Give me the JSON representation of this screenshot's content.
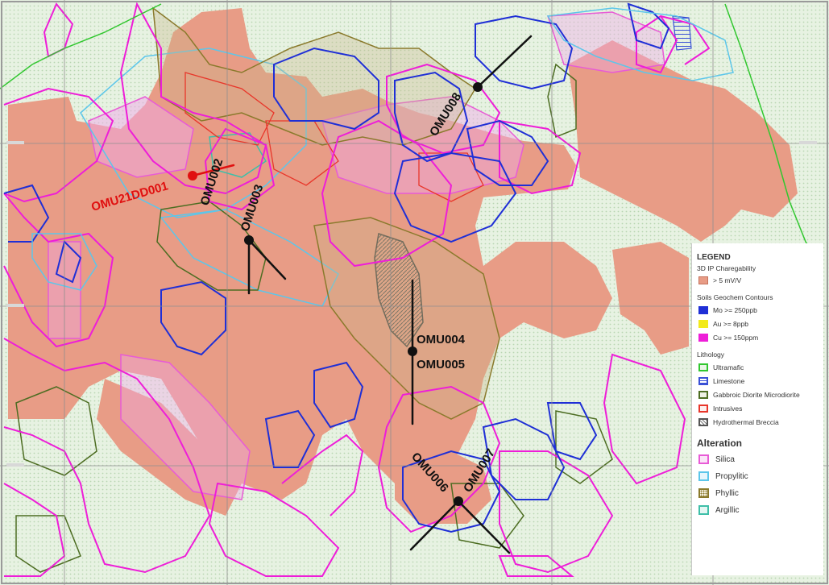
{
  "colors": {
    "background": "#e7f2e2",
    "chargeability": "#e89c86",
    "mo": "#1f2fd6",
    "au": "#f2ea1a",
    "cu": "#ee1ed8",
    "ultramafic": "#31c72f",
    "limestone": "#3a51d6",
    "gabbroic": "#4d6d22",
    "intrusives": "#e8362a",
    "breccia": "#555555",
    "silica": "#e85bd6",
    "propylitic": "#5cc6ea",
    "phyllic": "#8a7a2c",
    "argillic": "#3fbfa8",
    "grid": "#8f8f8f"
  },
  "drill_holes": [
    {
      "label": "OMU21DD001",
      "color": "red"
    },
    {
      "label": "OMU002",
      "color": "black"
    },
    {
      "label": "OMU003",
      "color": "black"
    },
    {
      "label": "OMU004",
      "color": "black"
    },
    {
      "label": "OMU005",
      "color": "black"
    },
    {
      "label": "OMU006",
      "color": "black"
    },
    {
      "label": "OMU007",
      "color": "black"
    },
    {
      "label": "OMU008",
      "color": "black"
    }
  ],
  "legend": {
    "title": "LEGEND",
    "chargeability_title": "3D IP Charegability",
    "chargeability_item": "> 5 mV/V",
    "soils_title": "Soils Geochem Contours",
    "soils_items": [
      {
        "label": "Mo >= 250ppb",
        "color": "#1f2fd6"
      },
      {
        "label": "Au >= 8ppb",
        "color": "#f2ea1a"
      },
      {
        "label": "Cu >= 150ppm",
        "color": "#ee1ed8"
      }
    ],
    "lithology_title": "Lithology",
    "lithology_items": [
      {
        "label": "Ultramafic",
        "color": "#31c72f"
      },
      {
        "label": "Limestone",
        "color": "#3a51d6"
      },
      {
        "label": "Gabbroic Diorite Microdiorite",
        "color": "#4d6d22"
      },
      {
        "label": "Intrusives",
        "color": "#e8362a"
      },
      {
        "label": "Hydrothermal Breccia",
        "color": "#555555"
      }
    ],
    "alteration_title": "Alteration",
    "alteration_items": [
      {
        "label": "Silica",
        "color": "#e85bd6"
      },
      {
        "label": "Propylitic",
        "color": "#5cc6ea"
      },
      {
        "label": "Phyllic",
        "color": "#8a7a2c"
      },
      {
        "label": "Argillic",
        "color": "#3fbfa8"
      }
    ]
  }
}
